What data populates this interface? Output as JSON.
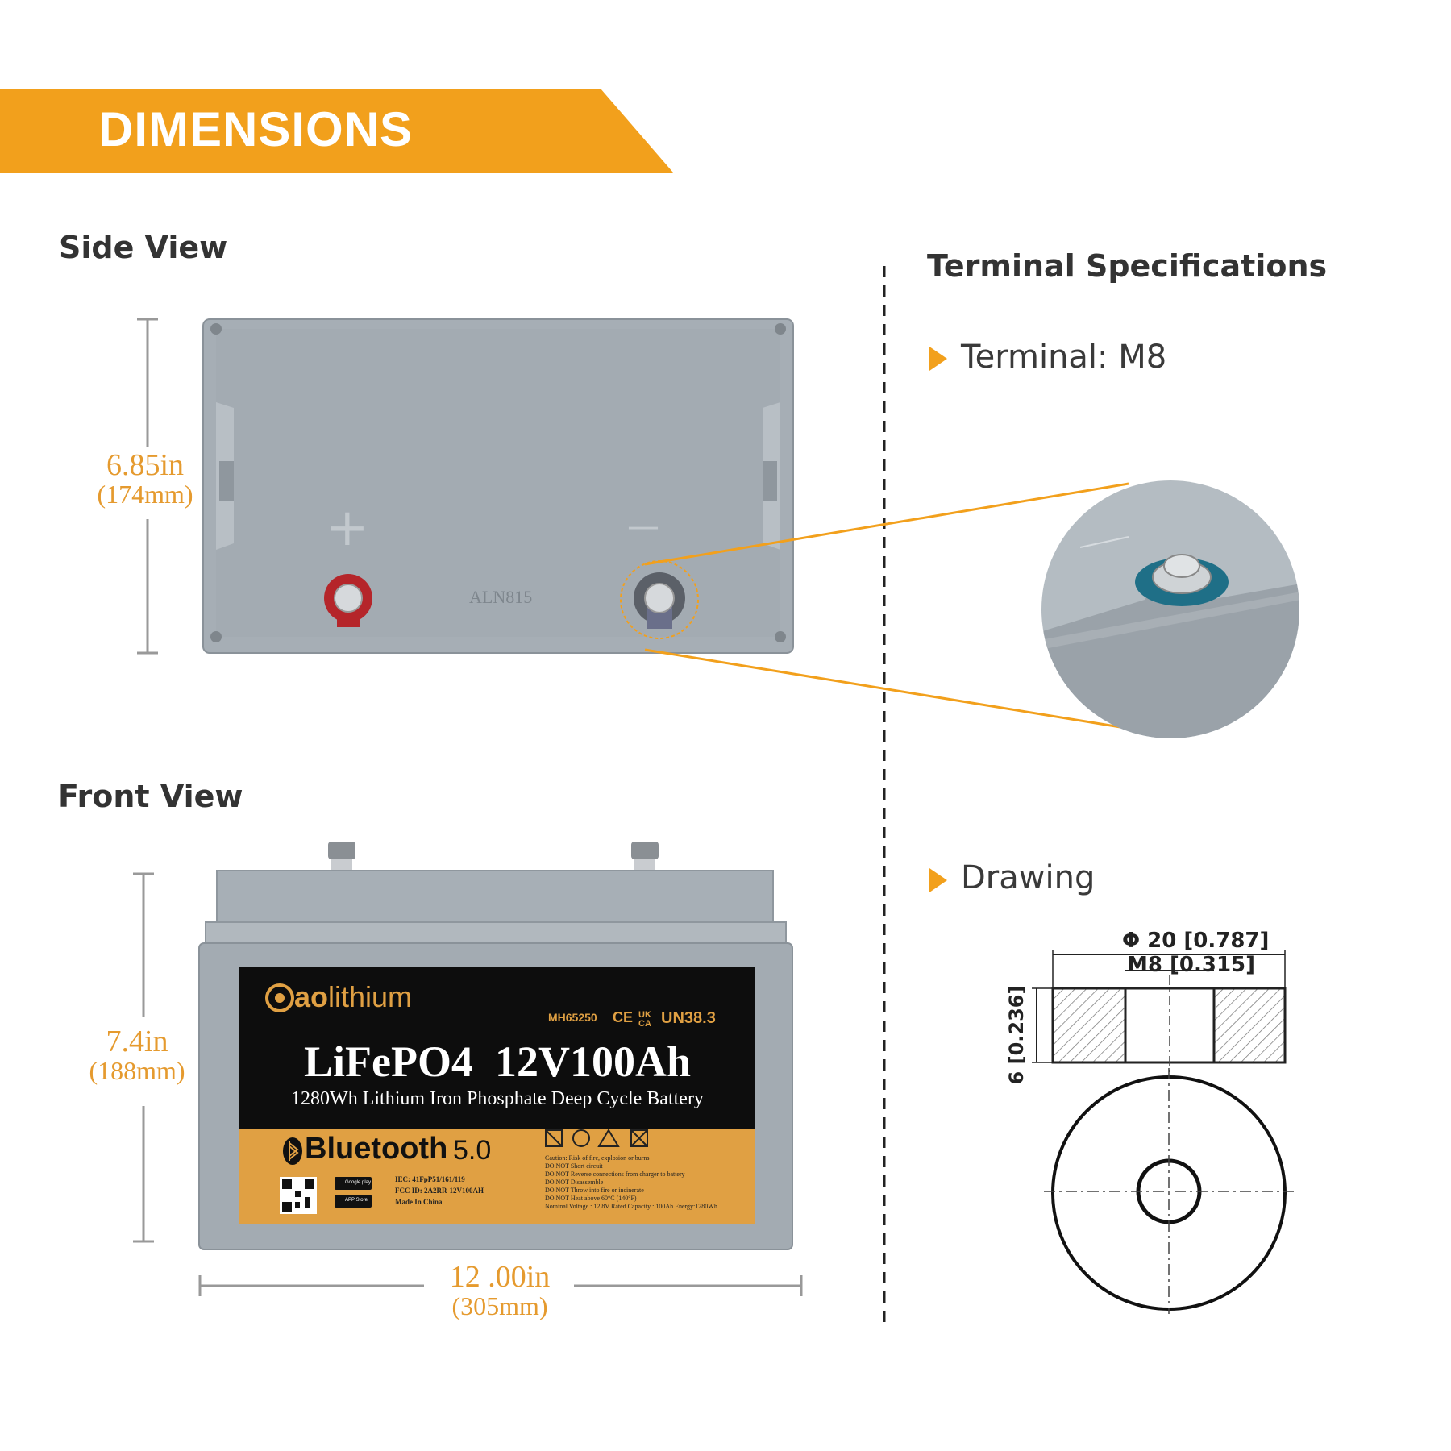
{
  "header": {
    "title": "DIMENSIONS"
  },
  "side_view": {
    "title": "Side View",
    "height_in": "6.85in",
    "height_mm": "(174mm)",
    "plus_symbol": "+",
    "minus_symbol": "—",
    "model_code": "ALN815"
  },
  "front_view": {
    "title": "Front View",
    "height_in": "7.4in",
    "height_mm": "(188mm)",
    "width_in": "12 .00in",
    "width_mm": "(305mm)",
    "label": {
      "brand_prefix": "ao",
      "brand_suffix": "lithium",
      "cert_ul": "MH65250",
      "cert_ce": "CE",
      "cert_ukca": "UK CA",
      "cert_un": "UN38.3",
      "model": "LiFePO4  12V100Ah",
      "subtitle": "1280Wh Lithium Iron Phosphate Deep Cycle Battery",
      "bluetooth": "Bluetooth",
      "bluetooth_version": "5.0",
      "google_play": "Google play",
      "app_store": "APP Store",
      "iec": "IEC: 41FpP51/161/119",
      "fcc": "FCC ID: 2A2RR-12V100AH",
      "made_in": "Made In China",
      "warnings": [
        "Caution: Risk of fire, explosion or burns",
        "DO NOT Short circuit",
        "DO NOT Reverse connections from charger to battery",
        "DO NOT Disassemble",
        "DO NOT Throw into fire or incinerate",
        "DO NOT Heat above 60°C (140°F)",
        "Nominal Voltage : 12.8V   Rated Capacity : 100Ah   Energy:1280Wh"
      ]
    }
  },
  "terminal_specs": {
    "title": "Terminal Specifications",
    "terminal": "Terminal: M8",
    "drawing": "Drawing",
    "dim_outer": "Φ 20 [0.787]",
    "dim_inner": "M8 [0.315]",
    "dim_height": "6 [0.236]"
  },
  "colors": {
    "accent": "#f2a01c",
    "dimension_text": "#e59a2e",
    "battery_gray": "#a4adb4",
    "label_black": "#0d0d0d",
    "label_orange": "#e0a043"
  }
}
